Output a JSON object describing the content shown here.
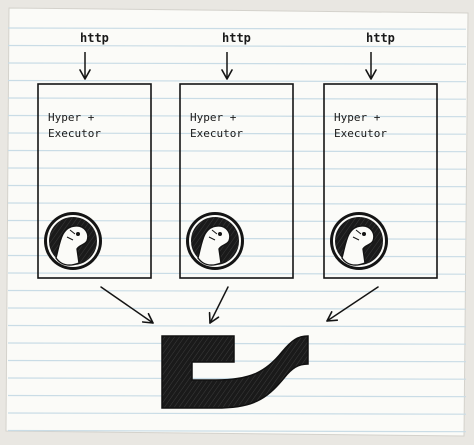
{
  "nodes": [
    {
      "id": "server-1",
      "input_label": "http",
      "title_line1": "Hyper +",
      "title_line2": "Executor",
      "icon": "deno-dinosaur-icon"
    },
    {
      "id": "server-2",
      "input_label": "http",
      "title_line1": "Hyper +",
      "title_line2": "Executor",
      "icon": "deno-dinosaur-icon"
    },
    {
      "id": "server-3",
      "input_label": "http",
      "title_line1": "Hyper +",
      "title_line2": "Executor",
      "icon": "deno-dinosaur-icon"
    }
  ],
  "sink": {
    "icon": "black-s-shaped-pipe-logo"
  },
  "colors": {
    "paper": "#fbfbf8",
    "ruled_line": "#c9dce6",
    "ink": "#141414"
  }
}
